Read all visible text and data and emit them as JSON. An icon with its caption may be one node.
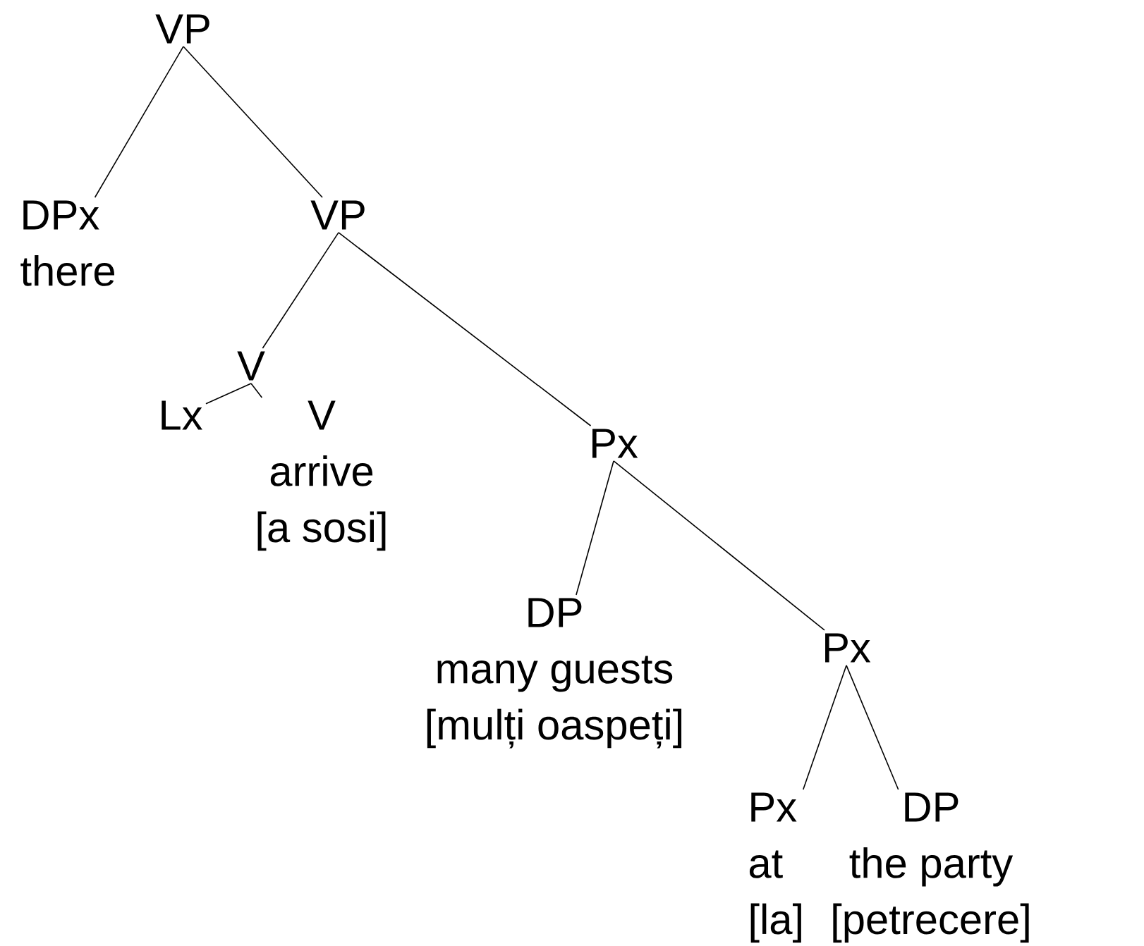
{
  "diagram": {
    "nodes": [
      {
        "text": [
          "VP"
        ]
      },
      {
        "text": [
          "DPx",
          "there"
        ]
      },
      {
        "text": [
          "VP"
        ]
      },
      {
        "text": [
          "V"
        ]
      },
      {
        "text": [
          "Lx"
        ]
      },
      {
        "text": [
          "V",
          "arrive",
          "[a sosi]"
        ]
      },
      {
        "text": [
          "Px"
        ]
      },
      {
        "text": [
          "DP",
          "many guests",
          "[mulți oaspeți]"
        ]
      },
      {
        "text": [
          "Px"
        ]
      },
      {
        "text": [
          "Px",
          "at",
          "[la]"
        ]
      },
      {
        "text": [
          "DP",
          "the party",
          "[petrecere]"
        ]
      }
    ],
    "edges": [
      {
        "from": 0,
        "to": 1,
        "arrow": "none"
      },
      {
        "from": 0,
        "to": 2,
        "arrow": "none"
      },
      {
        "from": 2,
        "to": 3,
        "arrow": "none"
      },
      {
        "from": 2,
        "to": 6,
        "arrow": "none"
      },
      {
        "from": 3,
        "to": 4,
        "arrow": "none"
      },
      {
        "from": 3,
        "to": 5,
        "arrow": "none"
      },
      {
        "from": 6,
        "to": 7,
        "arrow": "none"
      },
      {
        "from": 6,
        "to": 8,
        "arrow": "none"
      },
      {
        "from": 8,
        "to": 9,
        "arrow": "none"
      },
      {
        "from": 8,
        "to": 10,
        "arrow": "none"
      }
    ]
  }
}
